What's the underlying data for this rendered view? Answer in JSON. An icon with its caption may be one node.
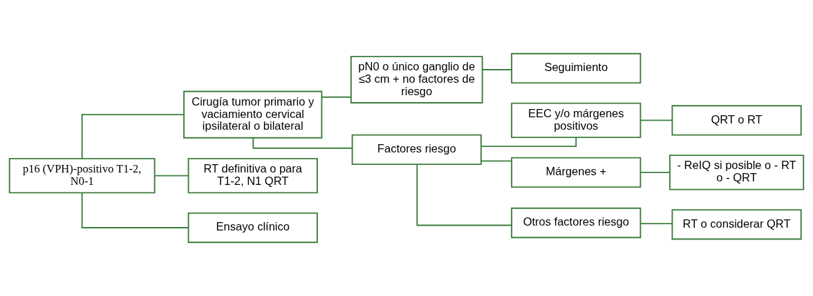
{
  "diagram": {
    "nodes": [
      {
        "text": [
          "p16 (VPH)-positivo T1-2, N0-1"
        ]
      },
      {
        "text": [
          "Cirugía tumor primario y vaciamiento cervical ipsilateral o bilateral"
        ]
      },
      {
        "text": [
          "RT definitiva o para T1-2, N1 QRT"
        ]
      },
      {
        "text": [
          "Ensayo clínico"
        ]
      },
      {
        "text": [
          "pN0 o único ganglio de ≤3 cm + no factores de riesgo"
        ]
      },
      {
        "text": [
          "Factores riesgo"
        ]
      },
      {
        "text": [
          "Seguimiento"
        ]
      },
      {
        "text": [
          "EEC y/o márgenes positivos"
        ]
      },
      {
        "text": [
          "Márgenes +"
        ]
      },
      {
        "text": [
          "Otros factores riesgo"
        ]
      },
      {
        "text": [
          "QRT o RT"
        ]
      },
      {
        "text": [
          "- ReIQ si posible o - RT o - QRT"
        ]
      },
      {
        "text": [
          "RT o considerar QRT"
        ]
      }
    ],
    "edges": [
      {
        "from": 0,
        "to": 1,
        "arrow": "none"
      },
      {
        "from": 0,
        "to": 2,
        "arrow": "none"
      },
      {
        "from": 0,
        "to": 3,
        "arrow": "none"
      },
      {
        "from": 1,
        "to": 4,
        "arrow": "none"
      },
      {
        "from": 1,
        "to": 5,
        "arrow": "none"
      },
      {
        "from": 4,
        "to": 6,
        "arrow": "none"
      },
      {
        "from": 5,
        "to": 7,
        "arrow": "none"
      },
      {
        "from": 5,
        "to": 8,
        "arrow": "none"
      },
      {
        "from": 5,
        "to": 9,
        "arrow": "none"
      },
      {
        "from": 7,
        "to": 10,
        "arrow": "none"
      },
      {
        "from": 8,
        "to": 11,
        "arrow": "none"
      },
      {
        "from": 9,
        "to": 12,
        "arrow": "none"
      }
    ]
  }
}
